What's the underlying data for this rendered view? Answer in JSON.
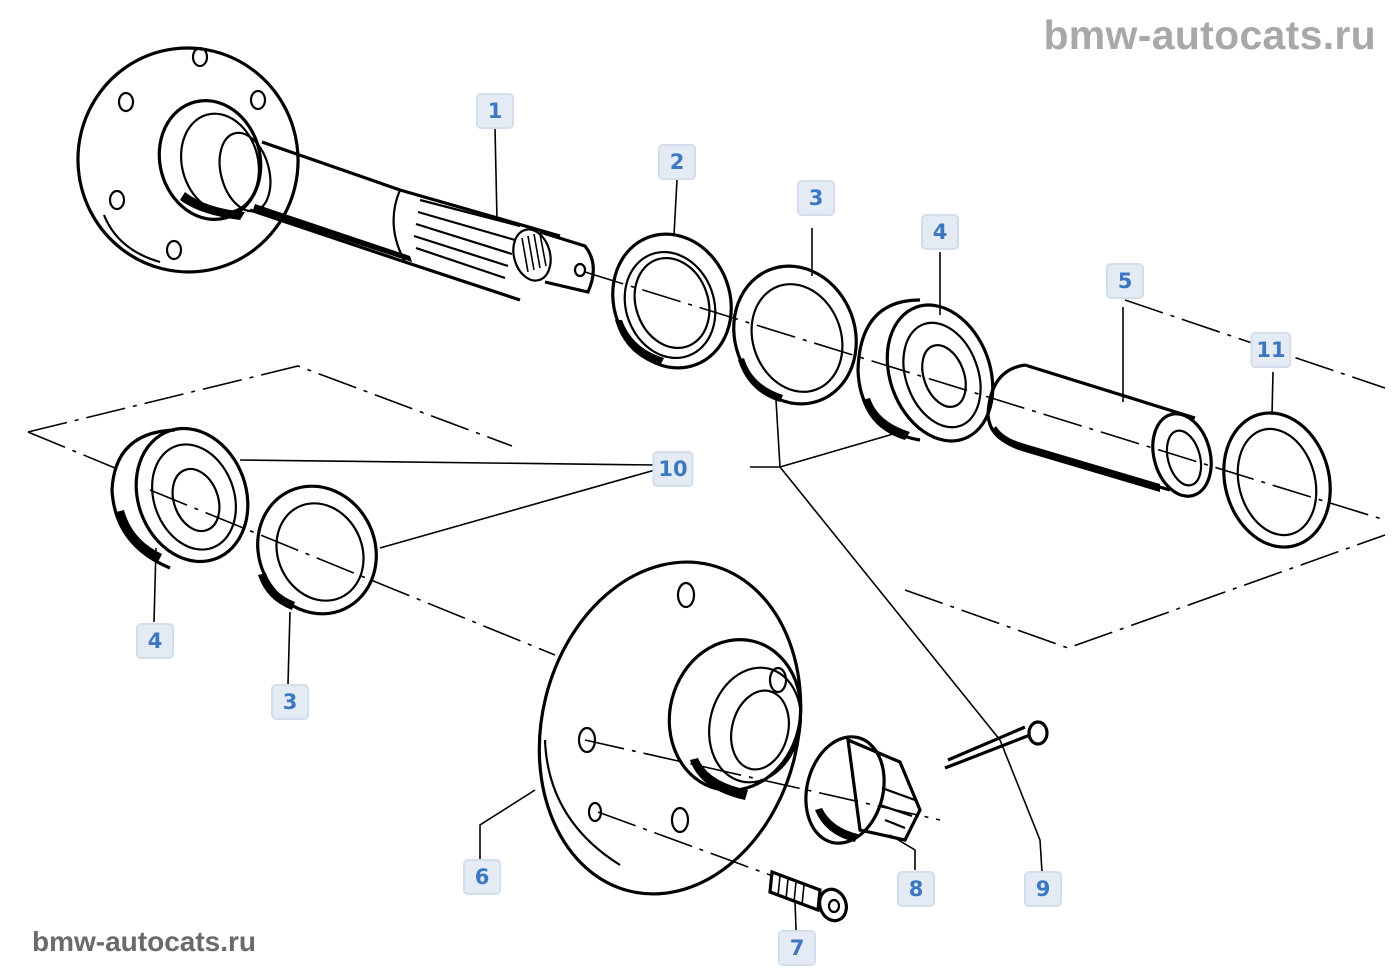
{
  "watermarks": {
    "top_right": "bmw-autocats.ru",
    "bottom_left": "bmw-autocats.ru"
  },
  "colors": {
    "callout_bg": "#e4ebf5",
    "callout_border": "#d3ddec",
    "callout_text": "#3b78c1",
    "watermark_top": "#a8a8a8",
    "watermark_bottom": "#6a6a6a",
    "line_art": "#000000"
  },
  "callouts": [
    {
      "id": "c1",
      "label": "1",
      "part": "axle-shaft"
    },
    {
      "id": "c2",
      "label": "2",
      "part": "shaft-seal"
    },
    {
      "id": "c3a",
      "label": "3",
      "part": "seal-ring"
    },
    {
      "id": "c4a",
      "label": "4",
      "part": "ball-bearing"
    },
    {
      "id": "c5",
      "label": "5",
      "part": "spacer-sleeve"
    },
    {
      "id": "c11",
      "label": "11",
      "part": "shim-ring"
    },
    {
      "id": "c10",
      "label": "10",
      "part": "bearing-seal-set"
    },
    {
      "id": "c4b",
      "label": "4",
      "part": "ball-bearing"
    },
    {
      "id": "c3b",
      "label": "3",
      "part": "seal-ring"
    },
    {
      "id": "c6",
      "label": "6",
      "part": "drive-flange"
    },
    {
      "id": "c7",
      "label": "7",
      "part": "socket-head-bolt"
    },
    {
      "id": "c8",
      "label": "8",
      "part": "castle-nut"
    },
    {
      "id": "c9",
      "label": "9",
      "part": "cotter-pin"
    }
  ]
}
